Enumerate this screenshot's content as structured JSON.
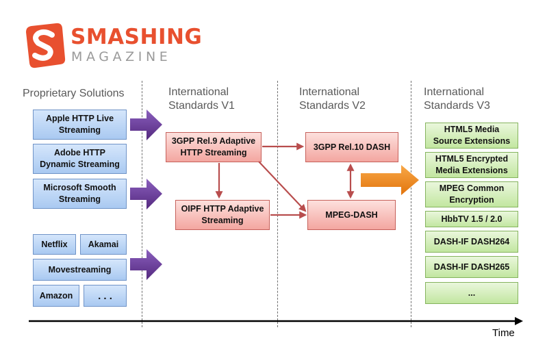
{
  "logo": {
    "title": "SMASHING",
    "subtitle": "MAGAZINE",
    "colors": {
      "primary": "#e8502f",
      "secondary": "#9a9a9a"
    }
  },
  "columns": {
    "proprietary": "Proprietary Solutions",
    "v1": [
      "International",
      "Standards V1"
    ],
    "v2": [
      "International",
      "Standards V2"
    ],
    "v3": [
      "International",
      "Standards V3"
    ]
  },
  "proprietary": {
    "apple": [
      "Apple HTTP Live",
      "Streaming"
    ],
    "adobe": [
      "Adobe HTTP",
      "Dynamic Streaming"
    ],
    "microsoft": [
      "Microsoft Smooth",
      "Streaming"
    ],
    "netflix": "Netflix",
    "akamai": "Akamai",
    "movestreaming": "Movestreaming",
    "amazon": "Amazon",
    "more": ". . ."
  },
  "v1": {
    "gpp9": [
      "3GPP Rel.9 Adaptive",
      "HTTP Streaming"
    ],
    "oipf": [
      "OIPF HTTP Adaptive",
      "Streaming"
    ]
  },
  "v2": {
    "gpp10": "3GPP Rel.10 DASH",
    "mpegdash": "MPEG-DASH"
  },
  "v3": {
    "html5mse": [
      "HTML5 Media",
      "Source Extensions"
    ],
    "html5eme": [
      "HTML5 Encrypted",
      "Media Extensions"
    ],
    "mpegcenc": [
      "MPEG Common",
      "Encryption"
    ],
    "hbbtv": "HbbTV 1.5 / 2.0",
    "dash264": "DASH-IF DASH264",
    "dash265": "DASH-IF DASH265",
    "more": "..."
  },
  "timeline": {
    "label": "Time"
  },
  "colors": {
    "blue_fill": "#bcd6f6",
    "red_fill": "#f8c3bf",
    "green_fill": "#d3eebb",
    "red_arrow": "#b84d4d",
    "purple_arrow": "#6a3a9a",
    "orange_arrow": "#f08a1c"
  }
}
